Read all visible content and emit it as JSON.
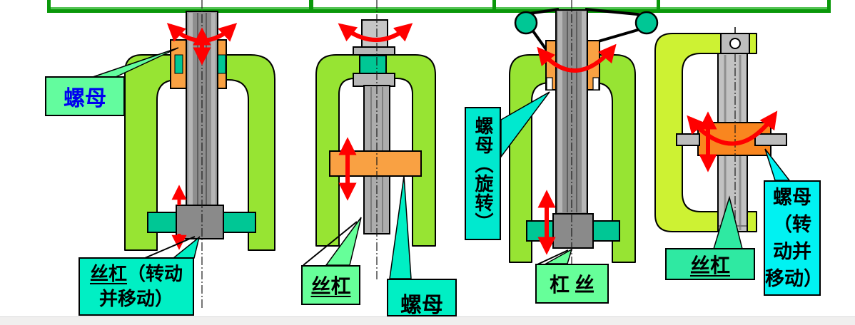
{
  "page": {
    "background": "#ffffff",
    "type": "presentation-slide-diagram",
    "topic": "screw and nut transmission mechanisms"
  },
  "top_boxes": [
    {
      "caption": ""
    },
    {
      "caption": ""
    },
    {
      "caption": ""
    },
    {
      "caption": ""
    }
  ],
  "palette": {
    "frame_green": "#97E433",
    "frame_green_panel4": "#CDF233",
    "teal": "#00C795",
    "orange_nut": "#F9A143",
    "orange_nut_panel4": "#F9861F",
    "screw_gray": "#8E8E8E",
    "screw_gray_light": "#C2C2C2",
    "arrow_red": "#FF0000",
    "label_mint": "#63FC9E",
    "label_turquoise": "#00EFC4",
    "label_lightgreen": "#66FF99",
    "label_springgreen": "#2FE9A2",
    "label_cyan": "#00E9CF",
    "label_cyan_bright": "#00F2F2",
    "title_border_green": "#0a980a",
    "nut_text_blue": "#0000F0"
  },
  "panels": [
    {
      "id": 1,
      "labels": {
        "nut": "螺母",
        "screw_part1": "丝杠",
        "screw_part2": "（转动",
        "screw_part3": "并移动）"
      }
    },
    {
      "id": 2,
      "labels": {
        "screw": "丝杠",
        "nut": "螺母"
      }
    },
    {
      "id": 3,
      "labels": {
        "nut_vertical": "螺母（旋转）",
        "screw": "杠 丝"
      }
    },
    {
      "id": 4,
      "labels": {
        "screw": "丝杠",
        "nut_multiline": "螺母\n（转\n动并\n移动）"
      }
    }
  ]
}
